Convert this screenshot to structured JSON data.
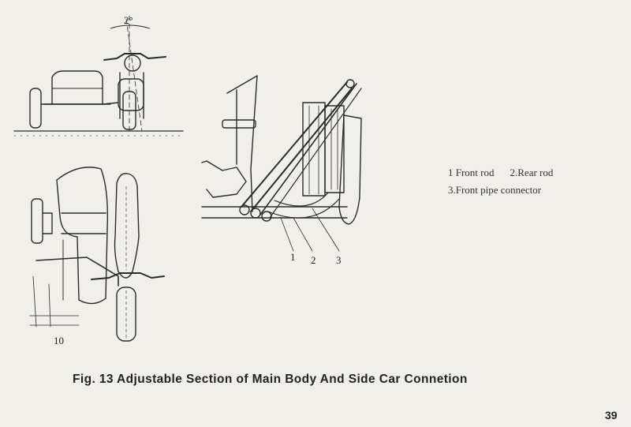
{
  "figure": {
    "caption": "Fig. 13  Adjustable Section of Main Body And Side Car Connetion",
    "page_number": "39",
    "legend": {
      "item_1": "1 Front rod",
      "item_2": "2.Rear rod",
      "item_3": "3.Front pipe connector"
    },
    "callouts": {
      "angle_marker": "2°",
      "dimension": "10",
      "part_1": "1",
      "part_2": "2",
      "part_3": "3"
    }
  }
}
